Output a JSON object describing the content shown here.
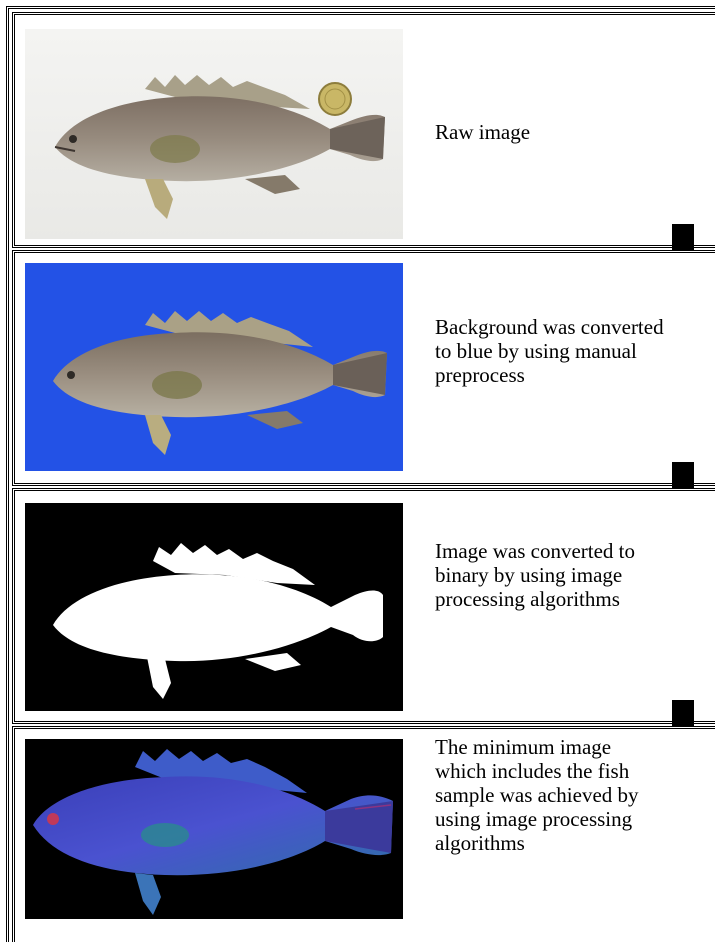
{
  "steps": [
    {
      "label": "Raw image",
      "image": "raw-fish-photo"
    },
    {
      "label": "Background was converted to blue by using manual preprocess",
      "image": "blue-background-fish"
    },
    {
      "label": "Image was converted to binary by using image processing algorithms",
      "image": "binary-fish-silhouette"
    },
    {
      "label": "The minimum image which includes the fish sample was achieved by using image processing algorithms",
      "image": "minimum-fish-image"
    }
  ],
  "colors": {
    "blue_background": "#2352e6",
    "binary_background": "#000000",
    "silhouette": "#ffffff",
    "arrow": "#000000"
  },
  "icons": [
    "down-arrow-icon"
  ]
}
